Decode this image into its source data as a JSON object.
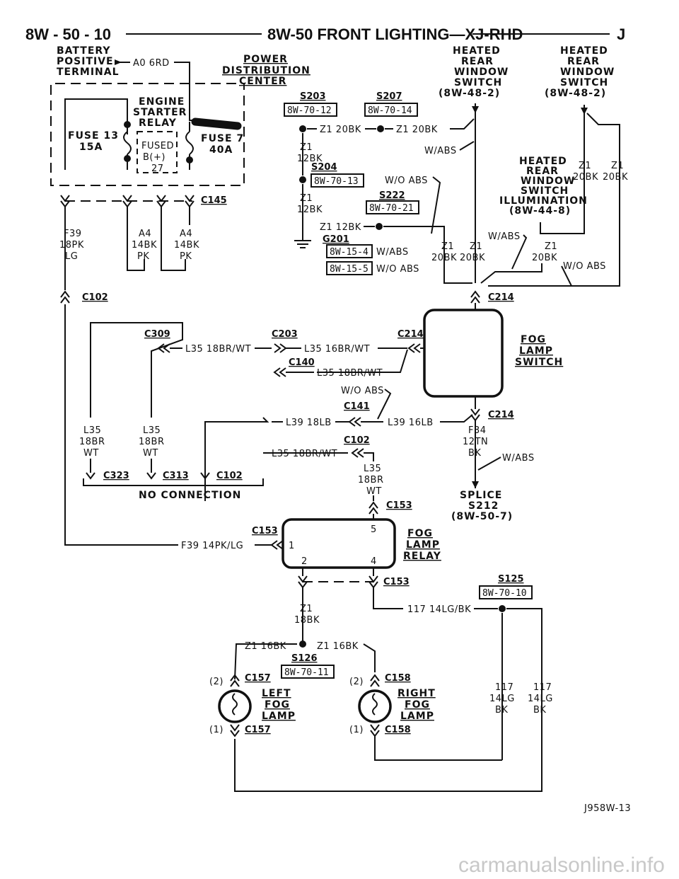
{
  "header": {
    "page_code": "8W - 50 - 10",
    "title": "8W-50 FRONT LIGHTING—XJ-RHD",
    "model_letter": "J"
  },
  "battery": {
    "line1": "BATTERY",
    "line2": "POSITIVE",
    "line3": "TERMINAL",
    "wire": "A0 6RD"
  },
  "pdc": {
    "line1": "POWER",
    "line2": "DISTRIBUTION",
    "line3": "CENTER"
  },
  "engine_starter_relay": {
    "line1": "ENGINE",
    "line2": "STARTER",
    "line3": "RELAY"
  },
  "fused_b": {
    "line1": "FUSED",
    "line2": "B(+)",
    "pin": "27"
  },
  "fuse13": {
    "line1": "FUSE 13",
    "line2": "15A"
  },
  "fuse7": {
    "line1": "FUSE 7",
    "line2": "40A"
  },
  "hrw1": {
    "line1": "HEATED",
    "line2": "REAR",
    "line3": "WINDOW",
    "line4": "SWITCH",
    "line5": "(8W-48-2)"
  },
  "hrw2": {
    "line1": "HEATED",
    "line2": "REAR",
    "line3": "WINDOW",
    "line4": "SWITCH",
    "line5": "(8W-48-2)"
  },
  "hrw_illum": {
    "line1": "HEATED",
    "line2": "REAR",
    "line3": "WINDOW",
    "line4": "SWITCH",
    "line5": "ILLUMINATION",
    "line6": "(8W-44-8)"
  },
  "splices": {
    "s203": "S203",
    "s203_ref": "8W-70-12",
    "s207": "S207",
    "s207_ref": "8W-70-14",
    "s204": "S204",
    "s204_ref": "8W-70-13",
    "s222": "S222",
    "s222_ref": "8W-70-21",
    "g201": "G201",
    "g201_ref1": "8W-15-4",
    "g201_ref2": "8W-15-5",
    "s125": "S125",
    "s125_ref": "8W-70-10",
    "s126": "S126",
    "s126_ref": "8W-70-11",
    "s212_line1": "SPLICE",
    "s212_line2": "S212",
    "s212_line3": "(8W-50-7)"
  },
  "wires": {
    "z1_20bk": "Z1 20BK",
    "z1": "Z1",
    "w12bk": "12BK",
    "w20bk": "20BK",
    "z1_12bk": "Z1 12BK",
    "f39": "F39",
    "w18pk": "18PK",
    "lg": "LG",
    "a4": "A4",
    "w14bk": "14BK",
    "pk": "PK",
    "l35_18brwt": "L35 18BR/WT",
    "l35_16brwt": "L35 16BR/WT",
    "l39_18lb": "L39 18LB",
    "l39_16lb": "L39 16LB",
    "l35": "L35",
    "w18br": "18BR",
    "wt": "WT",
    "f34": "F34",
    "w12tn": "12TN",
    "bk": "BK",
    "f39_14pklg": "F39 14PK/LG",
    "w117_14lgbk": "117 14LG/BK",
    "w117": "117",
    "w14lg": "14LG",
    "w18bk": "18BK",
    "z1_16bk": "Z1 16BK"
  },
  "notes": {
    "w_abs": "W/ABS",
    "wo_abs": "W/O ABS",
    "no_connection": "NO CONNECTION"
  },
  "connectors": {
    "c145": "C145",
    "c102": "C102",
    "c214": "C214",
    "c309": "C309",
    "c203": "C203",
    "c140": "C140",
    "c141": "C141",
    "c323": "C323",
    "c313": "C313",
    "c153": "C153",
    "c157": "C157",
    "c158": "C158"
  },
  "fog_switch": {
    "line1": "FOG",
    "line2": "LAMP",
    "line3": "SWITCH"
  },
  "fog_relay": {
    "line1": "FOG",
    "line2": "LAMP",
    "line3": "RELAY",
    "pin1": "1",
    "pin2": "2",
    "pin4": "4",
    "pin5": "5"
  },
  "left_fog": {
    "line1": "LEFT",
    "line2": "FOG",
    "line3": "LAMP",
    "pin2": "(2)",
    "pin1": "(1)"
  },
  "right_fog": {
    "line1": "RIGHT",
    "line2": "FOG",
    "line3": "LAMP",
    "pin2": "(2)",
    "pin1": "(1)"
  },
  "footer": {
    "figure_id": "J958W-13",
    "watermark": "carmanualsonline.info"
  }
}
